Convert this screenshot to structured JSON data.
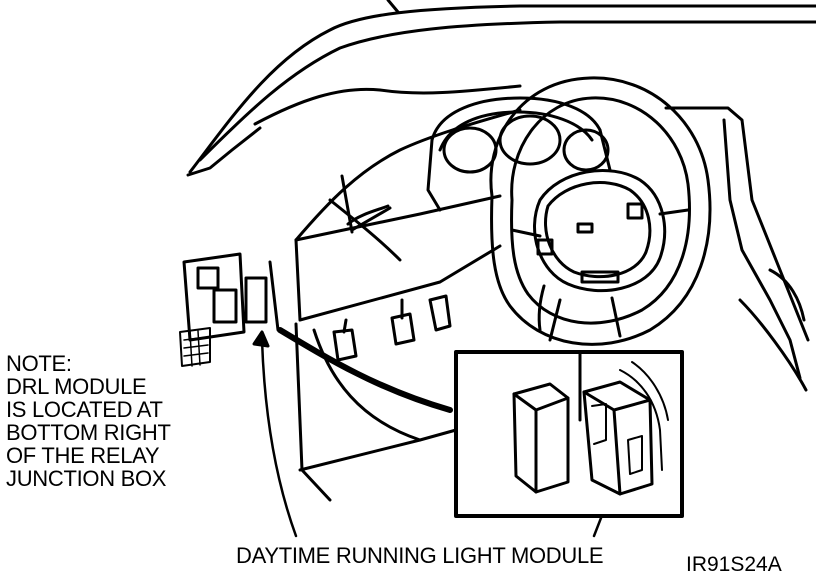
{
  "note": {
    "lines": [
      "NOTE:",
      "DRL MODULE",
      "IS LOCATED AT",
      "BOTTOM RIGHT",
      "OF THE RELAY",
      "JUNCTION BOX"
    ]
  },
  "callout": {
    "label": "DAYTIME RUNNING LIGHT MODULE"
  },
  "figure_id": "IR91S24A",
  "colors": {
    "ink": "#000000",
    "paper": "#ffffff"
  }
}
